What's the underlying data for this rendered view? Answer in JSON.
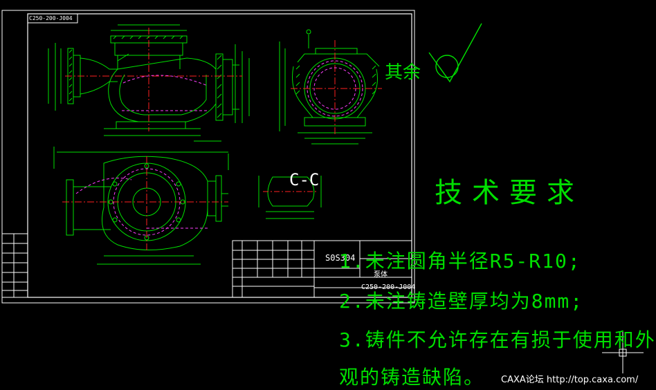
{
  "drawing": {
    "code_top": "C250-200-J004",
    "section_label": "C-C",
    "roughness_rest_label": "其余"
  },
  "title_block": {
    "material": "S0S304",
    "part_name": "泵体",
    "drawing_no": "C250-200-J004"
  },
  "requirements": {
    "title": "技术要求",
    "items": [
      "1.未注圆角半径R5-R10;",
      "2.未注铸造壁厚均为8mm;",
      "3.铸件不允许存在有损于使用和外",
      "观的铸造缺陷。"
    ]
  },
  "watermark": "CAXA论坛 http://top.caxa.com/",
  "colors": {
    "background": "#000000",
    "frame": "#ffffff",
    "geometry": "#00e000",
    "center_line": "#ff2020",
    "hidden_line": "#ff40ff",
    "text": "#00e000"
  }
}
